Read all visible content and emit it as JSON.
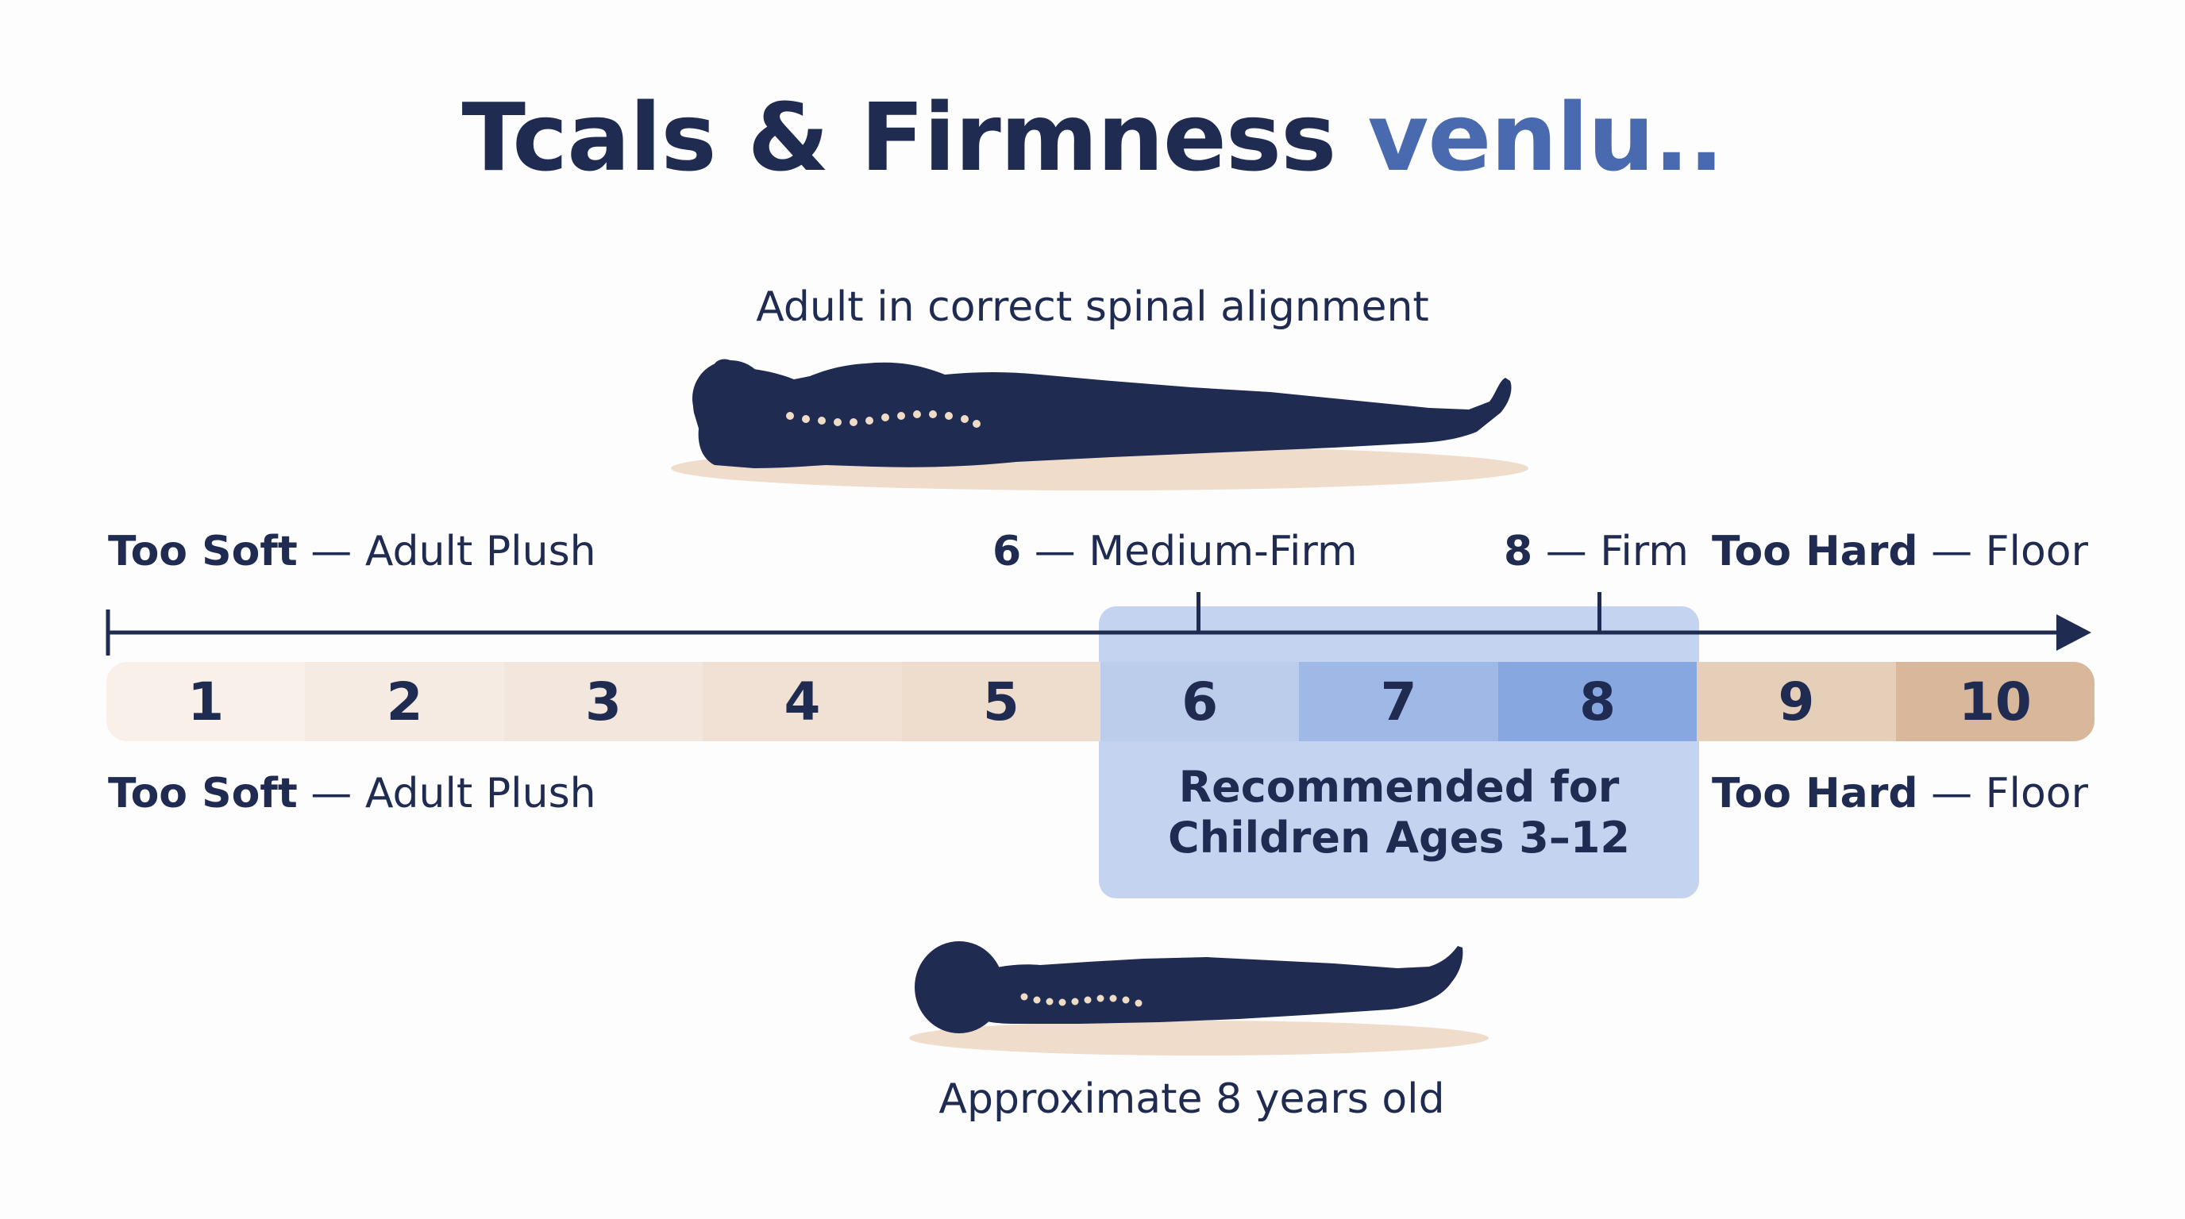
{
  "title": {
    "main": "Tcals & Firmness",
    "accent": "venlu.."
  },
  "adult": {
    "caption": "Adult in correct spinal alignment"
  },
  "child": {
    "caption": "Approximate 8 years old"
  },
  "labels": {
    "top_left": {
      "bold": "Too Soft",
      "rest": " — Adult Plush"
    },
    "top_mid": {
      "bold": "6",
      "rest": " — Medium-Firm"
    },
    "top_firm": {
      "bold": "8",
      "rest": " — Firm"
    },
    "top_right": {
      "bold": "Too Hard",
      "rest": " — Floor"
    },
    "bottom_left": {
      "bold": "Too Soft",
      "rest": " — Adult Plush"
    },
    "bottom_right": {
      "bold": "Too Hard",
      "rest": " — Floor"
    }
  },
  "scale": {
    "levels": [
      "1",
      "2",
      "3",
      "4",
      "5",
      "6",
      "7",
      "8",
      "9",
      "10"
    ],
    "colors": [
      "#f9f0ea",
      "#f6ebe3",
      "#f3e6dc",
      "#f1e1d4",
      "#eedccd",
      "#bccdec",
      "#9fb8e6",
      "#86a7e0",
      "#e6cfb9",
      "#d8b79a"
    ]
  },
  "recommended": {
    "range": [
      6,
      8
    ],
    "text": "Recommended for\nChildren Ages 3–12"
  },
  "colors": {
    "navy": "#1f2b50",
    "accent": "#4a6ab0",
    "spine_dots": "#efdcc7",
    "shadow": "#f0dccb"
  }
}
